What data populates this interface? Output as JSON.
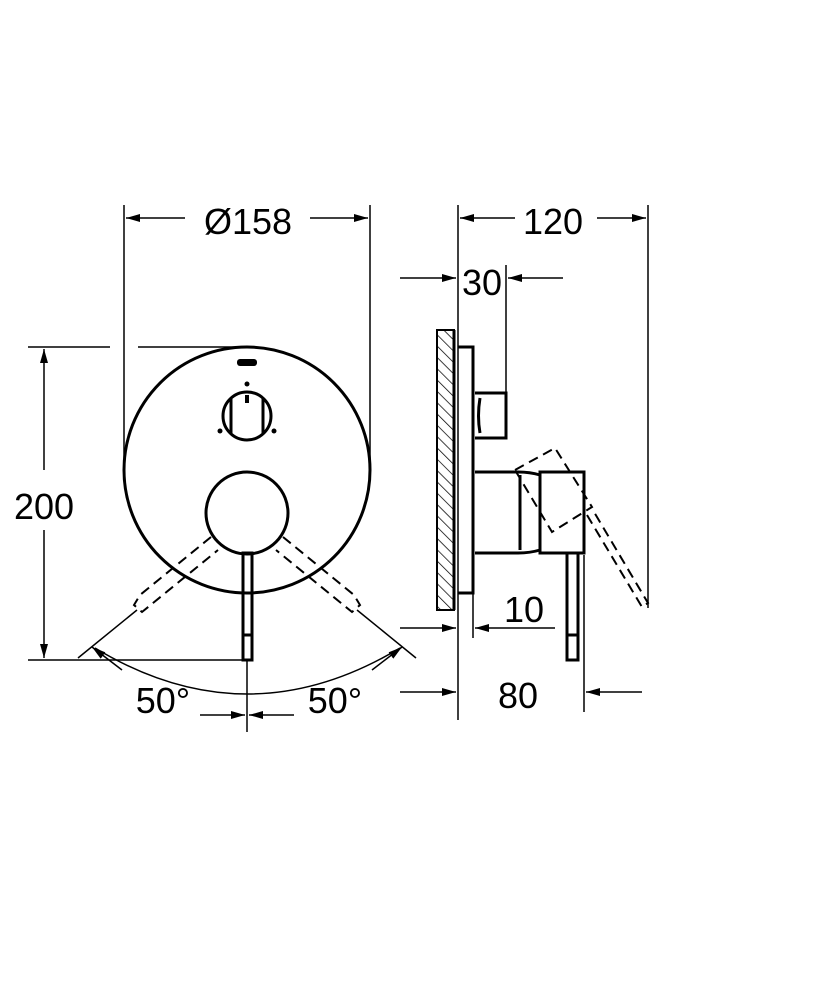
{
  "dimensions": {
    "diameter": "Ø158",
    "height": "200",
    "depth_total": "120",
    "depth_body": "30",
    "plate_gap": "10",
    "lever_depth": "80",
    "angle_left": "50°",
    "angle_right": "50°"
  },
  "colors": {
    "line": "#000000",
    "background": "#ffffff"
  }
}
